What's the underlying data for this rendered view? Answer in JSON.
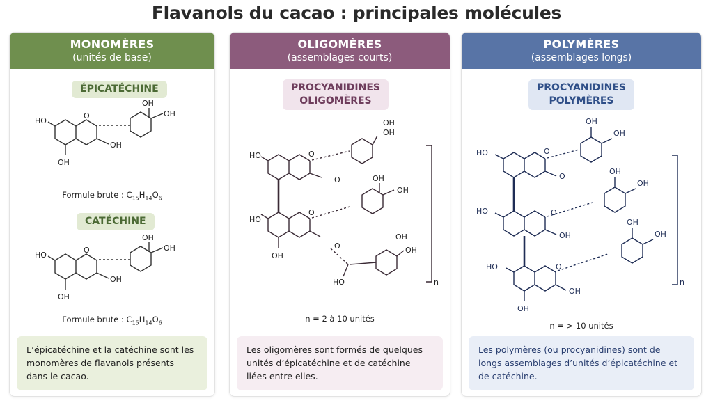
{
  "title": "Flavanols du cacao : principales molécules",
  "panels": {
    "monomers": {
      "header": "MONOMÈRES",
      "subheader": "(unités de base)",
      "molecule1": "ÉPICATÉCHINE",
      "molecule2": "CATÉCHINE",
      "formula_label": "Formule brute : ",
      "formula_c": "C",
      "formula_c_n": "15",
      "formula_h": "H",
      "formula_h_n": "14",
      "formula_o": "O",
      "formula_o_n": "6",
      "description": "L’épicatéchine et la catéchine sont les monomères de flavanols présents dans le cacao."
    },
    "oligomers": {
      "header": "OLIGOMÈRES",
      "subheader": "(assemblages courts)",
      "molecule_line1": "PROCYANIDINES",
      "molecule_line2": "OLIGOMÈRES",
      "count": "n = 2 à 10 unités",
      "description": "Les oligomères sont formés de quelques unités d’épicatéchine et de catéchine liées entre elles."
    },
    "polymers": {
      "header": "POLYMÈRES",
      "subheader": "(assemblages longs)",
      "molecule_line1": "PROCYANIDINES",
      "molecule_line2": "POLYMÈRES",
      "count": "n = > 10 unités",
      "description": "Les polymères (ou procyanidines) sont de longs assemblages d’unités d’épicatéchine et de catéchine."
    }
  },
  "labels": {
    "ho": "HO",
    "oh": "OH",
    "o": "O",
    "n": "n"
  },
  "colors": {
    "monomers": "#6f8f4e",
    "oligomers": "#8c5b7c",
    "polymers": "#5874a6"
  }
}
